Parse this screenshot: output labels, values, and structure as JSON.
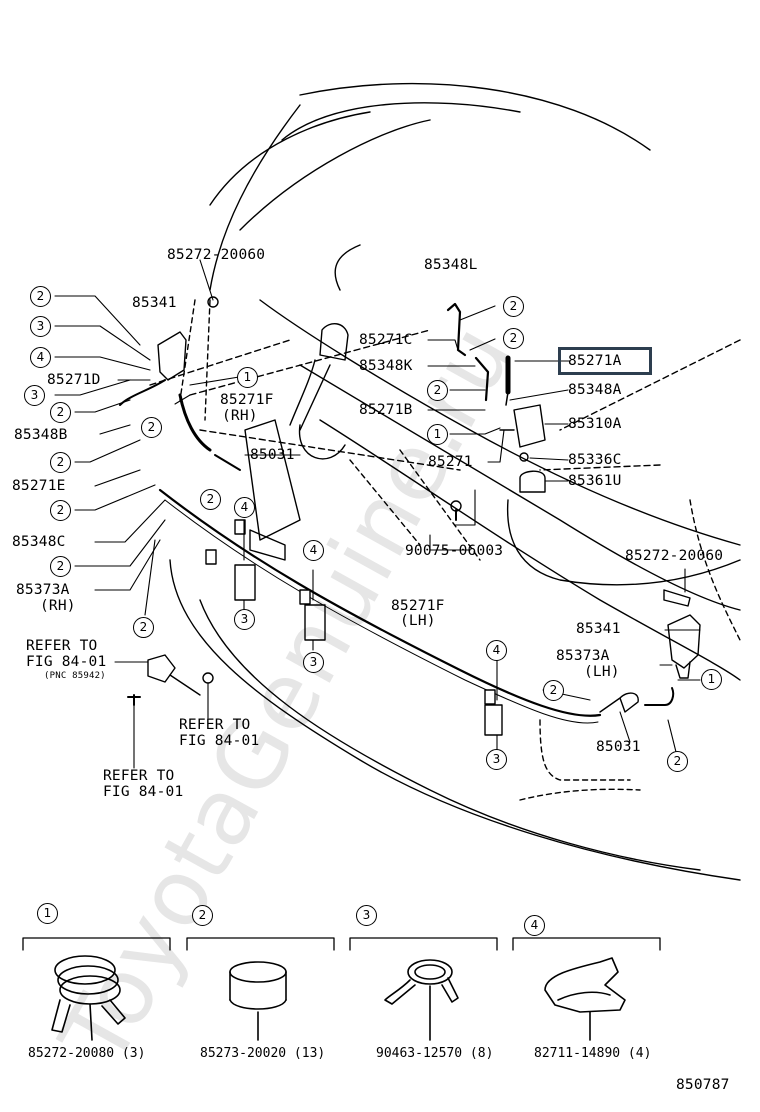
{
  "watermark": "ToyotaGenuine.ru",
  "highlight_color": "#2d3e4f",
  "parts": {
    "p85272_20060_top": "85272-20060",
    "p85341_left": "85341",
    "p85348L": "85348L",
    "p85271C": "85271C",
    "p85348K": "85348K",
    "p85271A": "85271A",
    "p85348A": "85348A",
    "p85271B": "85271B",
    "p85310A": "85310A",
    "p85271": "85271",
    "p85336C": "85336C",
    "p85361U": "85361U",
    "p85271D": "85271D",
    "p85271F_rh": "85271F",
    "rh1": "(RH)",
    "p85348B": "85348B",
    "p85031_top": "85031",
    "p85271E": "85271E",
    "p85348C": "85348C",
    "p90075": "90075-06003",
    "p85373A_left": "85373A",
    "rh2": "(RH)",
    "p85272_20060_right": "85272-20060",
    "p85271F_lh": "85271F",
    "lh1": "(LH)",
    "p85341_right": "85341",
    "p85373A_right": "85373A",
    "lh2": "(LH)",
    "p85031_bottom": "85031"
  },
  "refers": {
    "r1_line1": "REFER TO",
    "r1_line2": "FIG 84-01",
    "r1_pnc": "(PNC 85942)",
    "r2_line1": "REFER TO",
    "r2_line2": "FIG 84-01",
    "r3_line1": "REFER TO",
    "r3_line2": "FIG 84-01"
  },
  "callout_numbers": [
    "1",
    "2",
    "3",
    "4"
  ],
  "legend": [
    {
      "number": "1",
      "caption": "85272-20080 (3)"
    },
    {
      "number": "2",
      "caption": "85273-20020 (13)"
    },
    {
      "number": "3",
      "caption": "90463-12570 (8)"
    },
    {
      "number": "4",
      "caption": "82711-14890 (4)"
    }
  ],
  "figure_id": "850787"
}
